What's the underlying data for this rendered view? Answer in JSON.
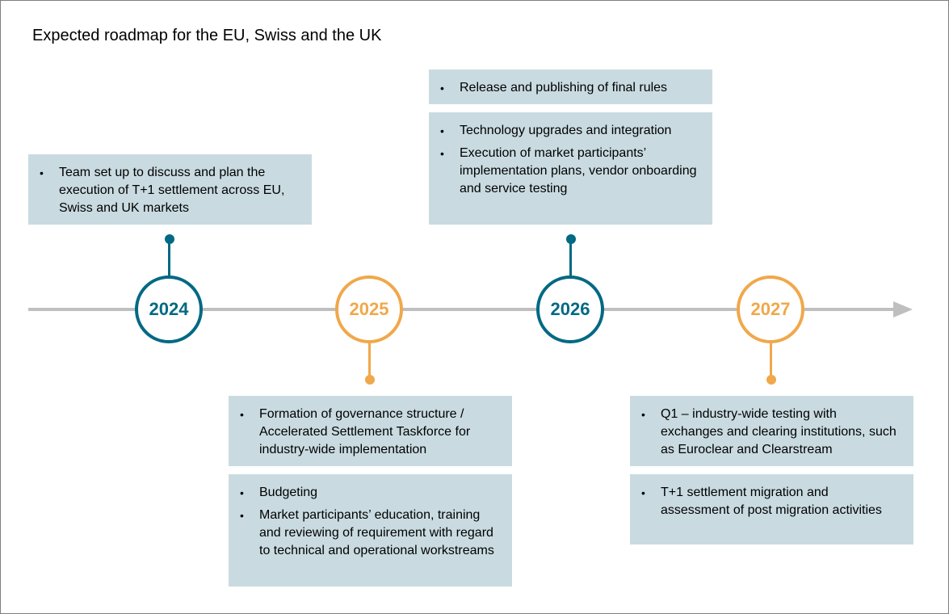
{
  "title": "Expected roadmap for the EU, Swiss and the UK",
  "colors": {
    "teal": "#006983",
    "orange": "#f0a84a",
    "box_fill": "#c9dbe1",
    "axis": "#bfbfbf"
  },
  "milestones": [
    {
      "year": "2024",
      "color": "teal",
      "position": "above",
      "boxes": [
        {
          "items": [
            "Team set up to discuss and plan the execution of T+1 settlement across EU, Swiss and UK markets"
          ]
        }
      ]
    },
    {
      "year": "2025",
      "color": "orange",
      "position": "below",
      "boxes": [
        {
          "items": [
            "Formation of governance structure / Accelerated Settlement Taskforce for industry-wide implementation"
          ]
        },
        {
          "items": [
            "Budgeting",
            "Market participants’ education, training and reviewing of requirement with regard to technical and operational workstreams"
          ]
        }
      ]
    },
    {
      "year": "2026",
      "color": "teal",
      "position": "above",
      "boxes": [
        {
          "items": [
            "Release and publishing of final rules"
          ]
        },
        {
          "items": [
            "Technology upgrades and integration",
            "Execution of market participants’ implementation plans, vendor onboarding and service testing"
          ]
        }
      ]
    },
    {
      "year": "2027",
      "color": "orange",
      "position": "below",
      "boxes": [
        {
          "items": [
            "Q1 – industry-wide testing with exchanges and clearing institutions, such as Euroclear and Clearstream"
          ]
        },
        {
          "items": [
            "T+1 settlement migration and assessment of post migration activities"
          ]
        }
      ]
    }
  ]
}
